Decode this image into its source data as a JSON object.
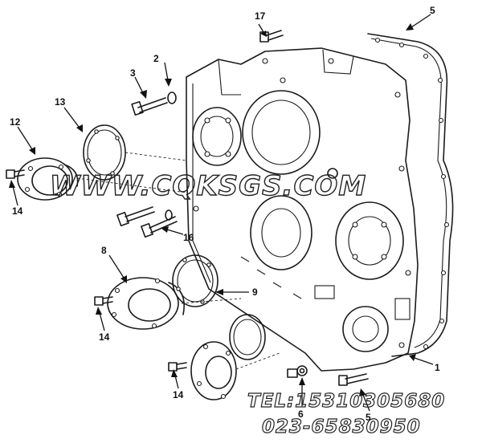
{
  "labels": {
    "l1": "1",
    "l2": "2",
    "l3": "3",
    "l5a": "5",
    "l5b": "5",
    "l6": "6",
    "l8": "8",
    "l9": "9",
    "l12": "12",
    "l13": "13",
    "l14a": "14",
    "l14b": "14",
    "l14c": "14",
    "l16": "16",
    "l17": "17"
  },
  "watermark": "WWW.CQKSGS.COM",
  "contact": {
    "phone": "TEL:15310305680",
    "tel2": "023-65830950"
  }
}
